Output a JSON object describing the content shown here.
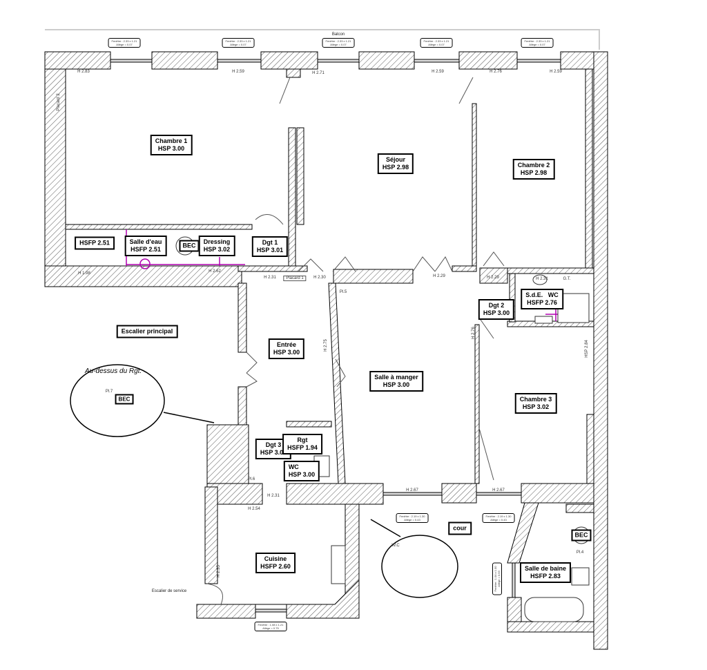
{
  "plan": {
    "balcony_label": "Balcon",
    "rooms": {
      "chambre1": {
        "name": "Chambre 1",
        "height": "HSP 3.00"
      },
      "sejour": {
        "name": "Séjour",
        "height": "HSP 2.98"
      },
      "chambre2": {
        "name": "Chambre 2",
        "height": "HSP 2.98"
      },
      "alcove": {
        "height": "HSFP 2.51"
      },
      "salle_eau": {
        "name": "Salle d'eau",
        "height": "HSFP 2.51"
      },
      "dressing": {
        "name": "Dressing",
        "height": "HSP 3.02"
      },
      "dgt1": {
        "name": "Dgt 1",
        "height": "HSP 3.01"
      },
      "escalier": {
        "name": "Escalier principal"
      },
      "entree": {
        "name": "Entrée",
        "height": "HSP 3.00"
      },
      "salle_manger": {
        "name": "Salle à manger",
        "height": "HSP 3.00"
      },
      "chambre3": {
        "name": "Chambre 3",
        "height": "HSP 3.02"
      },
      "dgt2": {
        "name": "Dgt 2",
        "height": "HSP 3.00"
      },
      "sde_wc": {
        "name": "S.d.E.   WC",
        "height": "HSFP 2.76"
      },
      "dgt3": {
        "name": "Dgt 3",
        "height": "HSP 3.00"
      },
      "rgt": {
        "name": "Rgt",
        "height": "HSFP 1.94"
      },
      "wc": {
        "name": "WC",
        "height": "HSP 3.00"
      },
      "cuisine": {
        "name": "Cuisine",
        "height": "HSFP 2.60"
      },
      "cour": {
        "name": "cour"
      },
      "salle_bain": {
        "name": "Salle de baine",
        "height": "HSFP 2.83"
      }
    },
    "heights": [
      "H 2.83",
      "H 2.59",
      "H 2.71",
      "H 2.59",
      "H 2.76",
      "H 2.59",
      "H 1.98",
      "H 2.62",
      "H 2.31",
      "H 2.30",
      "H 2.29",
      "H 2.29",
      "H 2.31",
      "H 2.75",
      "H 2.76",
      "HSP 2.84",
      "H 2.31",
      "H 2.54",
      "H 2.67",
      "H 2.67",
      "H 2.35"
    ],
    "misc": {
      "placard1": "Placard 1",
      "placard2": "Placard 2",
      "gt": "G.T.",
      "pl5": "Pl.5",
      "pl6": "Pl.6",
      "pl4": "Pl.4",
      "pl7": "Pl.7",
      "bec": "BEC",
      "escalier_service": "Escalier de service",
      "wc_detail": "W.C",
      "au_dessus": "Au-dessus du Rgt."
    },
    "windows": {
      "top": {
        "line1": "Fenêtre : 2.33 x 1.21",
        "line2": "Allège = 0.07"
      },
      "court": {
        "line1": "Fenêtre : 2.19 x 1.30",
        "line2": "Allège = 0.43"
      },
      "kitchen": {
        "line1": "Fenêtre : 1.08 x 1.21",
        "line2": "Allège = 0.75"
      },
      "bath": {
        "line1": "Fenêtre : 1.04 x 1.00",
        "line2": "Allège = 0.93"
      }
    },
    "colors": {
      "wall": "#000000",
      "hatch": "#555555",
      "plumbing": "#b000b0"
    }
  }
}
